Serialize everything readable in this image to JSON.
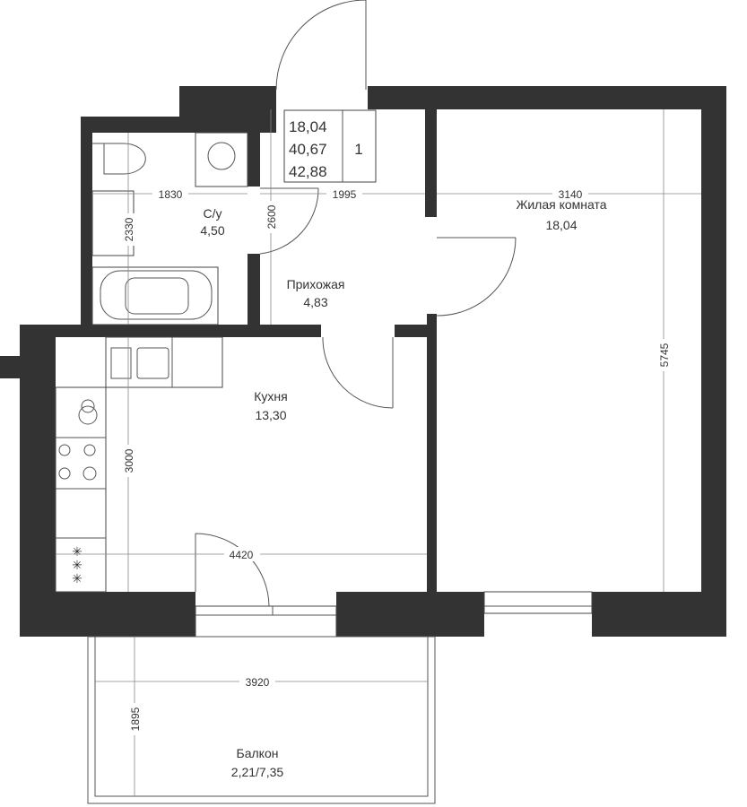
{
  "summary_table": {
    "living_area": "18,04",
    "total_area": "40,67",
    "total_with_balcony": "42,88",
    "rooms": "1"
  },
  "rooms": [
    {
      "name": "С/у",
      "area": "4,50"
    },
    {
      "name": "Прихожая",
      "area": "4,83"
    },
    {
      "name": "Жилая комната",
      "area": "18,04"
    },
    {
      "name": "Кухня",
      "area": "13,30"
    },
    {
      "name": "Балкон",
      "area": "2,21/7,35"
    }
  ],
  "dimensions": {
    "bath_width": "1830",
    "bath_height": "2330",
    "hall_width": "1995",
    "hall_height": "2600",
    "living_width": "3140",
    "living_height": "5745",
    "kitchen_width": "4420",
    "kitchen_height": "3000",
    "balcony_width": "3920",
    "balcony_height": "1895"
  },
  "colors": {
    "wall": "#333333"
  }
}
